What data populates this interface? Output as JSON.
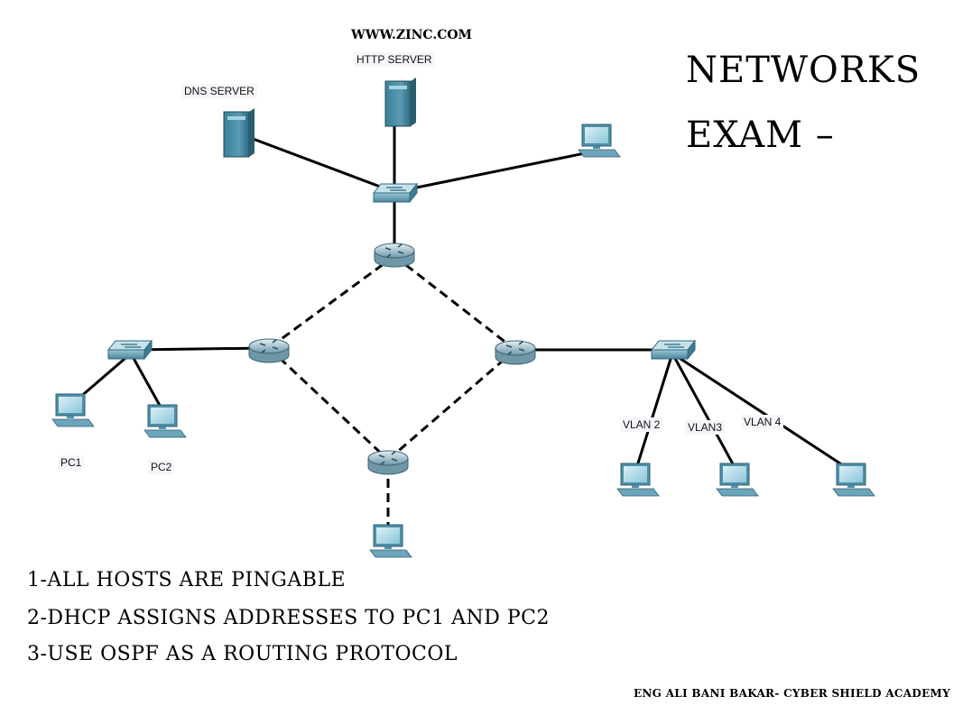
{
  "site_label": "WWW.ZINC.COM",
  "title": {
    "line1": "NETWORKS",
    "line2": "EXAM –"
  },
  "labels": {
    "http_server": "HTTP SERVER",
    "dns_server": "DNS SERVER",
    "pc1": "PC1",
    "pc2": "PC2",
    "vlan2": "VLAN 2",
    "vlan3": "VLAN3",
    "vlan4": "VLAN 4"
  },
  "requirements": [
    "1-ALL HOSTS ARE PINGABLE",
    "2-DHCP ASSIGNS ADDRESSES TO PC1 AND PC2",
    "3-USE OSPF AS A ROUTING PROTOCOL"
  ],
  "footer": "ENG ALI BANI BAKAR- CYBER SHIELD ACADEMY",
  "colors": {
    "device_blue": "#4f8fa8",
    "device_dark": "#2c5f74",
    "screen": "#bfe3ee",
    "link": "#000000"
  }
}
